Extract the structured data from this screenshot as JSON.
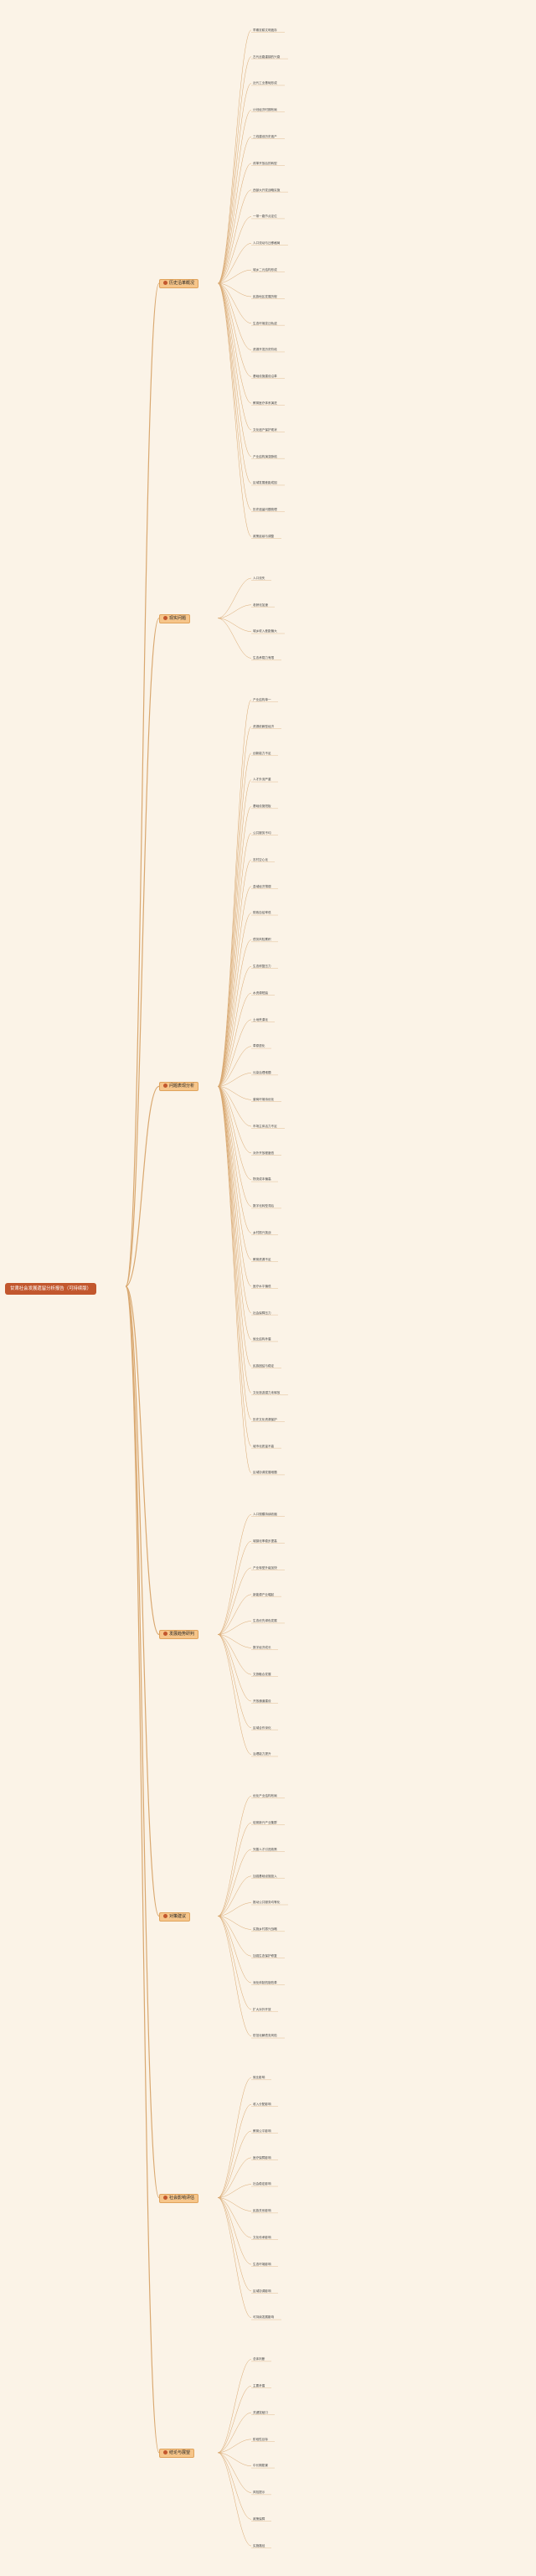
{
  "root": "甘肃社会发展遗留分析报告（可持续版）",
  "colors": {
    "root": "#c2572e",
    "branch": "#f6c58a",
    "line": "#d9a870",
    "dot": "#c2572e"
  },
  "branches": [
    {
      "label": "历史沿革概况",
      "leaves": [
        "早期农耕文明遗存",
        "古代丝路重镇的兴衰",
        "近代工业基础形成",
        "计划经济时期布局",
        "三线建设历史遗产",
        "改革开放后的转型",
        "西部大开发战略实施",
        "一带一路节点定位",
        "人口流动与迁移格局",
        "城乡二元结构形成",
        "民族地区发展历程",
        "生态环境变迁轨迹",
        "资源开发历史阶段",
        "基础设施建设沿革",
        "教育医疗体系演进",
        "文化遗产保护现状",
        "产业结构演变脉络",
        "区域发展差距成因",
        "历史遗留问题梳理",
        "政策延续与调整"
      ]
    },
    {
      "label": "现实问题",
      "leaves": [
        "人口流失",
        "老龄化加速",
        "城乡收入差距偏大",
        "生态承载力有限"
      ]
    },
    {
      "label": "问题表现分析",
      "leaves": [
        "产业结构单一",
        "资源依赖型经济",
        "创新能力不足",
        "人才外流严重",
        "基础设施短板",
        "公共服务不均",
        "农村空心化",
        "县域经济薄弱",
        "财政自给率低",
        "债务风险累积",
        "生态修复压力",
        "水资源短缺",
        "土地荒漠化",
        "草原退化",
        "污染治理难题",
        "营商环境待优化",
        "市场主体活力不足",
        "对外开放程度低",
        "物流成本偏高",
        "数字化转型滞后",
        "乡村振兴挑战",
        "教育资源不足",
        "医疗水平偏低",
        "社会保障压力",
        "就业结构矛盾",
        "民族团结与稳定",
        "文化旅游潜力未释放",
        "历史文化资源保护",
        "城市化质量不高",
        "区域协调发展难题"
      ]
    },
    {
      "label": "发展趋势研判",
      "leaves": [
        "人口规模持续收缩",
        "城镇化率稳步提高",
        "产业转型升级加快",
        "新能源产业崛起",
        "生态优先绿色发展",
        "数字经济成长",
        "文旅融合发展",
        "开放通道建设",
        "区域合作深化",
        "治理能力提升"
      ]
    },
    {
      "label": "对策建议",
      "leaves": [
        "优化产业结构布局",
        "培育新兴产业集群",
        "完善人才引进政策",
        "加强基础设施投入",
        "推动公共服务均等化",
        "实施乡村振兴战略",
        "加强生态保护修复",
        "深化体制机制改革",
        "扩大对外开放",
        "防范化解债务风险"
      ]
    },
    {
      "label": "社会影响评估",
      "leaves": [
        "就业影响",
        "收入分配影响",
        "教育公平影响",
        "医疗保障影响",
        "社会稳定影响",
        "民族关系影响",
        "文化传承影响",
        "生态环境影响",
        "区域协调影响",
        "可持续发展影响"
      ]
    },
    {
      "label": "结论与展望",
      "leaves": [
        "总体判断",
        "主要矛盾",
        "关键突破口",
        "阶段性目标",
        "中长期愿景",
        "风险提示",
        "政策保障",
        "实施路径"
      ]
    }
  ]
}
